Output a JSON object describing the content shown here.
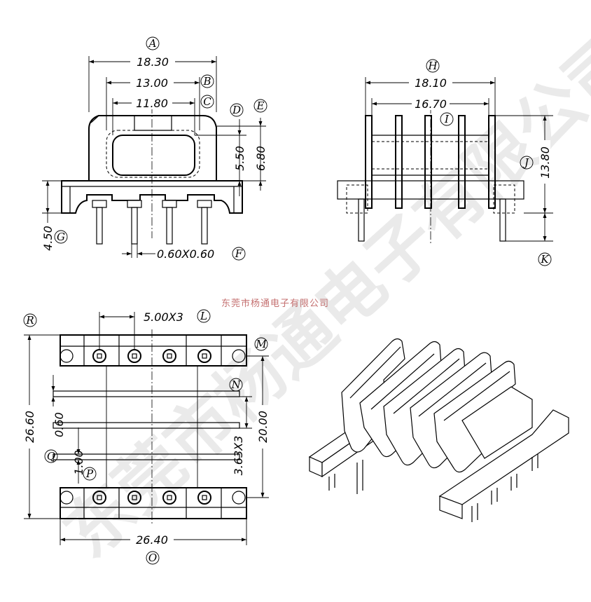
{
  "watermark": "东莞市杨通电子有限公司",
  "company_text": "东莞市杨通电子有限公司",
  "labels": {
    "A": "A",
    "B": "B",
    "C": "C",
    "D": "D",
    "E": "E",
    "F": "F",
    "G": "G",
    "H": "H",
    "I": "I",
    "J": "J",
    "K": "K",
    "L": "L",
    "M": "M",
    "N": "N",
    "O": "O",
    "P": "P",
    "Q": "Q",
    "R": "R"
  },
  "dims": {
    "A": "18.30",
    "B": "13.00",
    "C": "11.80",
    "D": "5.50",
    "E": "6.80",
    "F": "0.60X0.60",
    "G": "4.50",
    "H": "18.10",
    "I": "16.70",
    "J": "13.80",
    "L": "5.00X3",
    "N": "20.00",
    "P": "1.00",
    "Q": "0.60",
    "R": "26.60",
    "O": "26.40",
    "N2": "3.63X3"
  }
}
